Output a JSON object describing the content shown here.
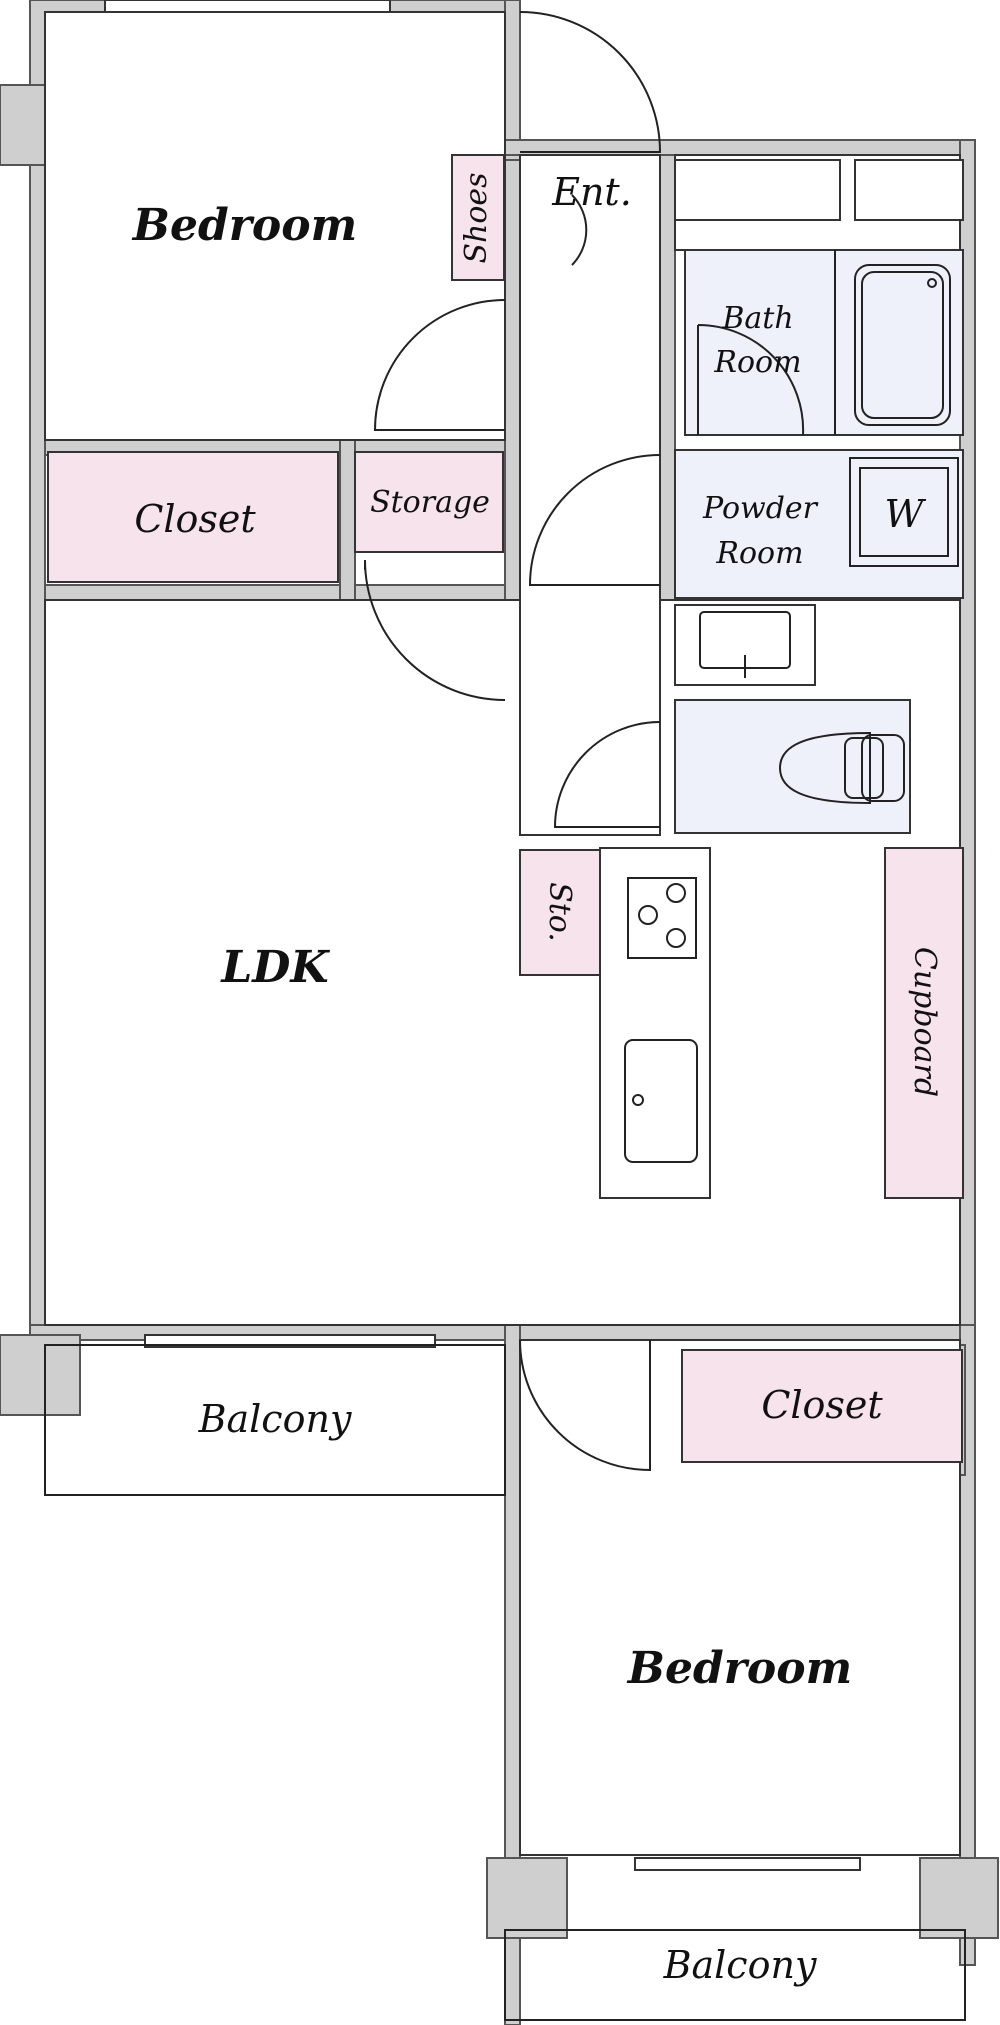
{
  "rooms": {
    "bedroom_top": "Bedroom",
    "bedroom_bottom": "Bedroom",
    "ldk": "LDK",
    "closet_top": "Closet",
    "closet_bottom": "Closet",
    "storage": "Storage",
    "shoes": "Shoes",
    "entrance": "Ent.",
    "bath_room_line1": "Bath",
    "bath_room_line2": "Room",
    "powder_room_line1": "Powder",
    "powder_room_line2": "Room",
    "washer": "W",
    "sto": "Sto.",
    "cupboard": "Cupboard",
    "balcony_left": "Balcony",
    "balcony_bottom": "Balcony"
  },
  "colors": {
    "wall": "#cfcfcf",
    "storage_fill": "#f7e3ec",
    "wet_area_fill": "#eef1fa"
  }
}
